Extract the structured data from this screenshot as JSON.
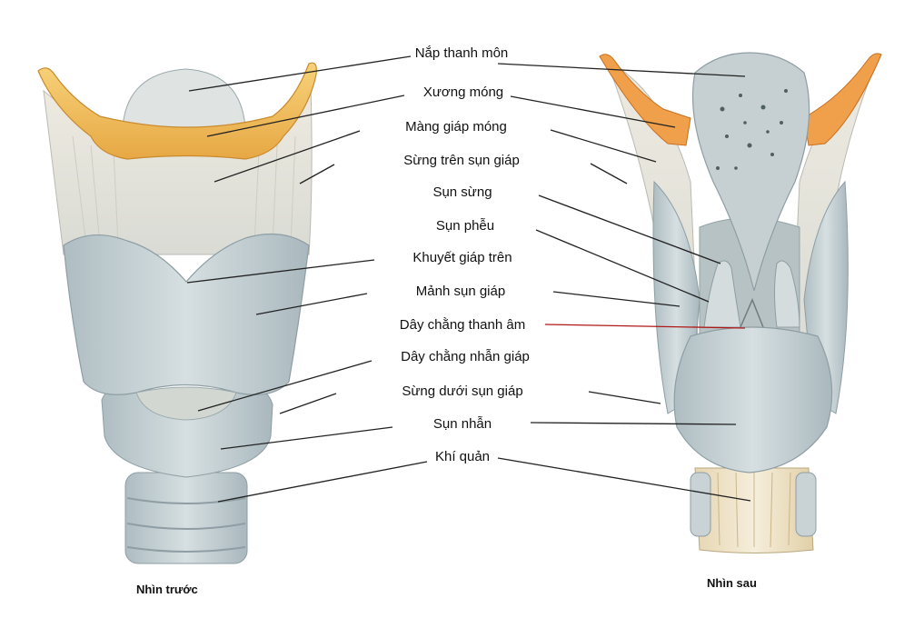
{
  "labels": {
    "epiglottis": "Nắp thanh môn",
    "hyoid": "Xương móng",
    "thyrohyoid_membrane": "Màng giáp móng",
    "superior_horn": "Sừng trên sụn giáp",
    "corniculate": "Sụn sừng",
    "arytenoid": "Sụn phễu",
    "superior_notch": "Khuyết giáp trên",
    "thyroid_lamina": "Mảnh sụn giáp",
    "vocal_ligament": "Dây chằng thanh âm",
    "cricothyroid_ligament": "Dây chằng nhẫn giáp",
    "inferior_horn": "Sừng dưới sụn giáp",
    "cricoid": "Sụn nhẫn",
    "trachea": "Khí quản"
  },
  "captions": {
    "front": "Nhìn trước",
    "back": "Nhìn sau"
  },
  "colors": {
    "cartilage": "#c9d3d6",
    "cartilage_shade": "#9fb0b6",
    "bone": "#f0c060",
    "bone_back": "#e8893a",
    "membrane": "#e6e3da",
    "trachea": "#efe3c8",
    "leader": "#222222"
  }
}
